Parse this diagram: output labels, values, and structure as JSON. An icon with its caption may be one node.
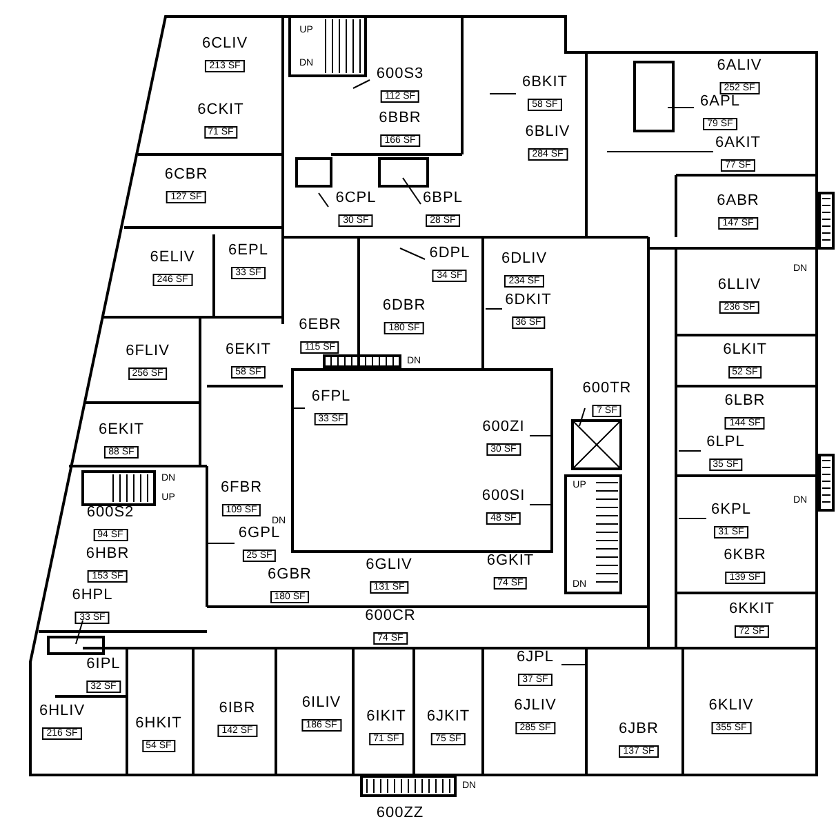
{
  "diagram": {
    "nodes": [
      {
        "text": [
          "6CLIV",
          "213 SF"
        ]
      },
      {
        "text": [
          "600S3",
          "112 SF"
        ]
      },
      {
        "text": [
          "6BBR",
          "166 SF"
        ]
      },
      {
        "text": [
          "6BKIT",
          "58 SF"
        ]
      },
      {
        "text": [
          "6ALIV",
          "252 SF"
        ]
      },
      {
        "text": [
          "6APL",
          "79 SF"
        ]
      },
      {
        "text": [
          "6CKIT",
          "71 SF"
        ]
      },
      {
        "text": [
          "6BLIV",
          "284 SF"
        ]
      },
      {
        "text": [
          "6AKIT",
          "77 SF"
        ]
      },
      {
        "text": [
          "6CBR",
          "127 SF"
        ]
      },
      {
        "text": [
          "6CPL",
          "30 SF"
        ]
      },
      {
        "text": [
          "6BPL",
          "28 SF"
        ]
      },
      {
        "text": [
          "6ABR",
          "147 SF"
        ]
      },
      {
        "text": [
          "6EPL",
          "33 SF"
        ]
      },
      {
        "text": [
          "6DPL",
          "34 SF"
        ]
      },
      {
        "text": [
          "6ELIV",
          "246 SF"
        ]
      },
      {
        "text": [
          "6DLIV",
          "234 SF"
        ]
      },
      {
        "text": [
          "6LLIV",
          "236 SF"
        ]
      },
      {
        "text": [
          "6DKIT",
          "36 SF"
        ]
      },
      {
        "text": [
          "6DBR",
          "180 SF"
        ]
      },
      {
        "text": [
          "6EBR",
          "115 SF"
        ]
      },
      {
        "text": [
          "6FLIV",
          "256 SF"
        ]
      },
      {
        "text": [
          "6EKIT",
          "58 SF"
        ]
      },
      {
        "text": [
          "6LKIT",
          "52 SF"
        ]
      },
      {
        "text": [
          "600TR",
          "7 SF"
        ]
      },
      {
        "text": [
          "6FPL",
          "33 SF"
        ]
      },
      {
        "text": [
          "6LBR",
          "144 SF"
        ]
      },
      {
        "text": [
          "6EKIT",
          "88 SF"
        ]
      },
      {
        "text": [
          "600ZI",
          "30 SF"
        ]
      },
      {
        "text": [
          "6LPL",
          "35 SF"
        ]
      },
      {
        "text": [
          "6FBR",
          "109 SF"
        ]
      },
      {
        "text": [
          "600SI",
          "48 SF"
        ]
      },
      {
        "text": [
          "600S2",
          "94 SF"
        ]
      },
      {
        "text": [
          "6KPL",
          "31 SF"
        ]
      },
      {
        "text": [
          "6GPL",
          "25 SF"
        ]
      },
      {
        "text": [
          "6KBR",
          "139 SF"
        ]
      },
      {
        "text": [
          "6HBR",
          "153 SF"
        ]
      },
      {
        "text": [
          "6GKIT",
          "74 SF"
        ]
      },
      {
        "text": [
          "6GLIV",
          "131 SF"
        ]
      },
      {
        "text": [
          "6GBR",
          "180 SF"
        ]
      },
      {
        "text": [
          "6HPL",
          "33 SF"
        ]
      },
      {
        "text": [
          "6KKIT",
          "72 SF"
        ]
      },
      {
        "text": [
          "600CR",
          "74 SF"
        ]
      },
      {
        "text": [
          "6JPL",
          "37 SF"
        ]
      },
      {
        "text": [
          "6IPL",
          "32 SF"
        ]
      },
      {
        "text": [
          "6HLIV",
          "216 SF"
        ]
      },
      {
        "text": [
          "6ILIV",
          "186 SF"
        ]
      },
      {
        "text": [
          "6JLIV",
          "285 SF"
        ]
      },
      {
        "text": [
          "6KLIV",
          "355 SF"
        ]
      },
      {
        "text": [
          "6IBR",
          "142 SF"
        ]
      },
      {
        "text": [
          "6IKIT",
          "71 SF"
        ]
      },
      {
        "text": [
          "6JKIT",
          "75 SF"
        ]
      },
      {
        "text": [
          "6HKIT",
          "54 SF"
        ]
      },
      {
        "text": [
          "6JBR",
          "137 SF"
        ]
      },
      {
        "text": [
          "600ZZ"
        ]
      }
    ],
    "edges": [
      {
        "from": 1,
        "to": null,
        "arrow": "none"
      },
      {
        "from": 3,
        "to": null,
        "arrow": "none"
      },
      {
        "from": 5,
        "to": null,
        "arrow": "none"
      },
      {
        "from": 8,
        "to": null,
        "arrow": "none"
      },
      {
        "from": 10,
        "to": null,
        "arrow": "none"
      },
      {
        "from": 11,
        "to": null,
        "arrow": "none"
      },
      {
        "from": 14,
        "to": null,
        "arrow": "none"
      },
      {
        "from": 18,
        "to": null,
        "arrow": "none"
      },
      {
        "from": 24,
        "to": null,
        "arrow": "none"
      },
      {
        "from": 25,
        "to": null,
        "arrow": "none"
      },
      {
        "from": 28,
        "to": null,
        "arrow": "none"
      },
      {
        "from": 29,
        "to": null,
        "arrow": "none"
      },
      {
        "from": 31,
        "to": null,
        "arrow": "none"
      },
      {
        "from": 33,
        "to": null,
        "arrow": "none"
      },
      {
        "from": 34,
        "to": null,
        "arrow": "none"
      },
      {
        "from": 40,
        "to": null,
        "arrow": "none"
      },
      {
        "from": 43,
        "to": null,
        "arrow": "none"
      }
    ],
    "labels": [
      "UP",
      "DN",
      "DN",
      "DN",
      "DN",
      "UP",
      "UP",
      "DN",
      "DN",
      "DN",
      "DN"
    ]
  }
}
